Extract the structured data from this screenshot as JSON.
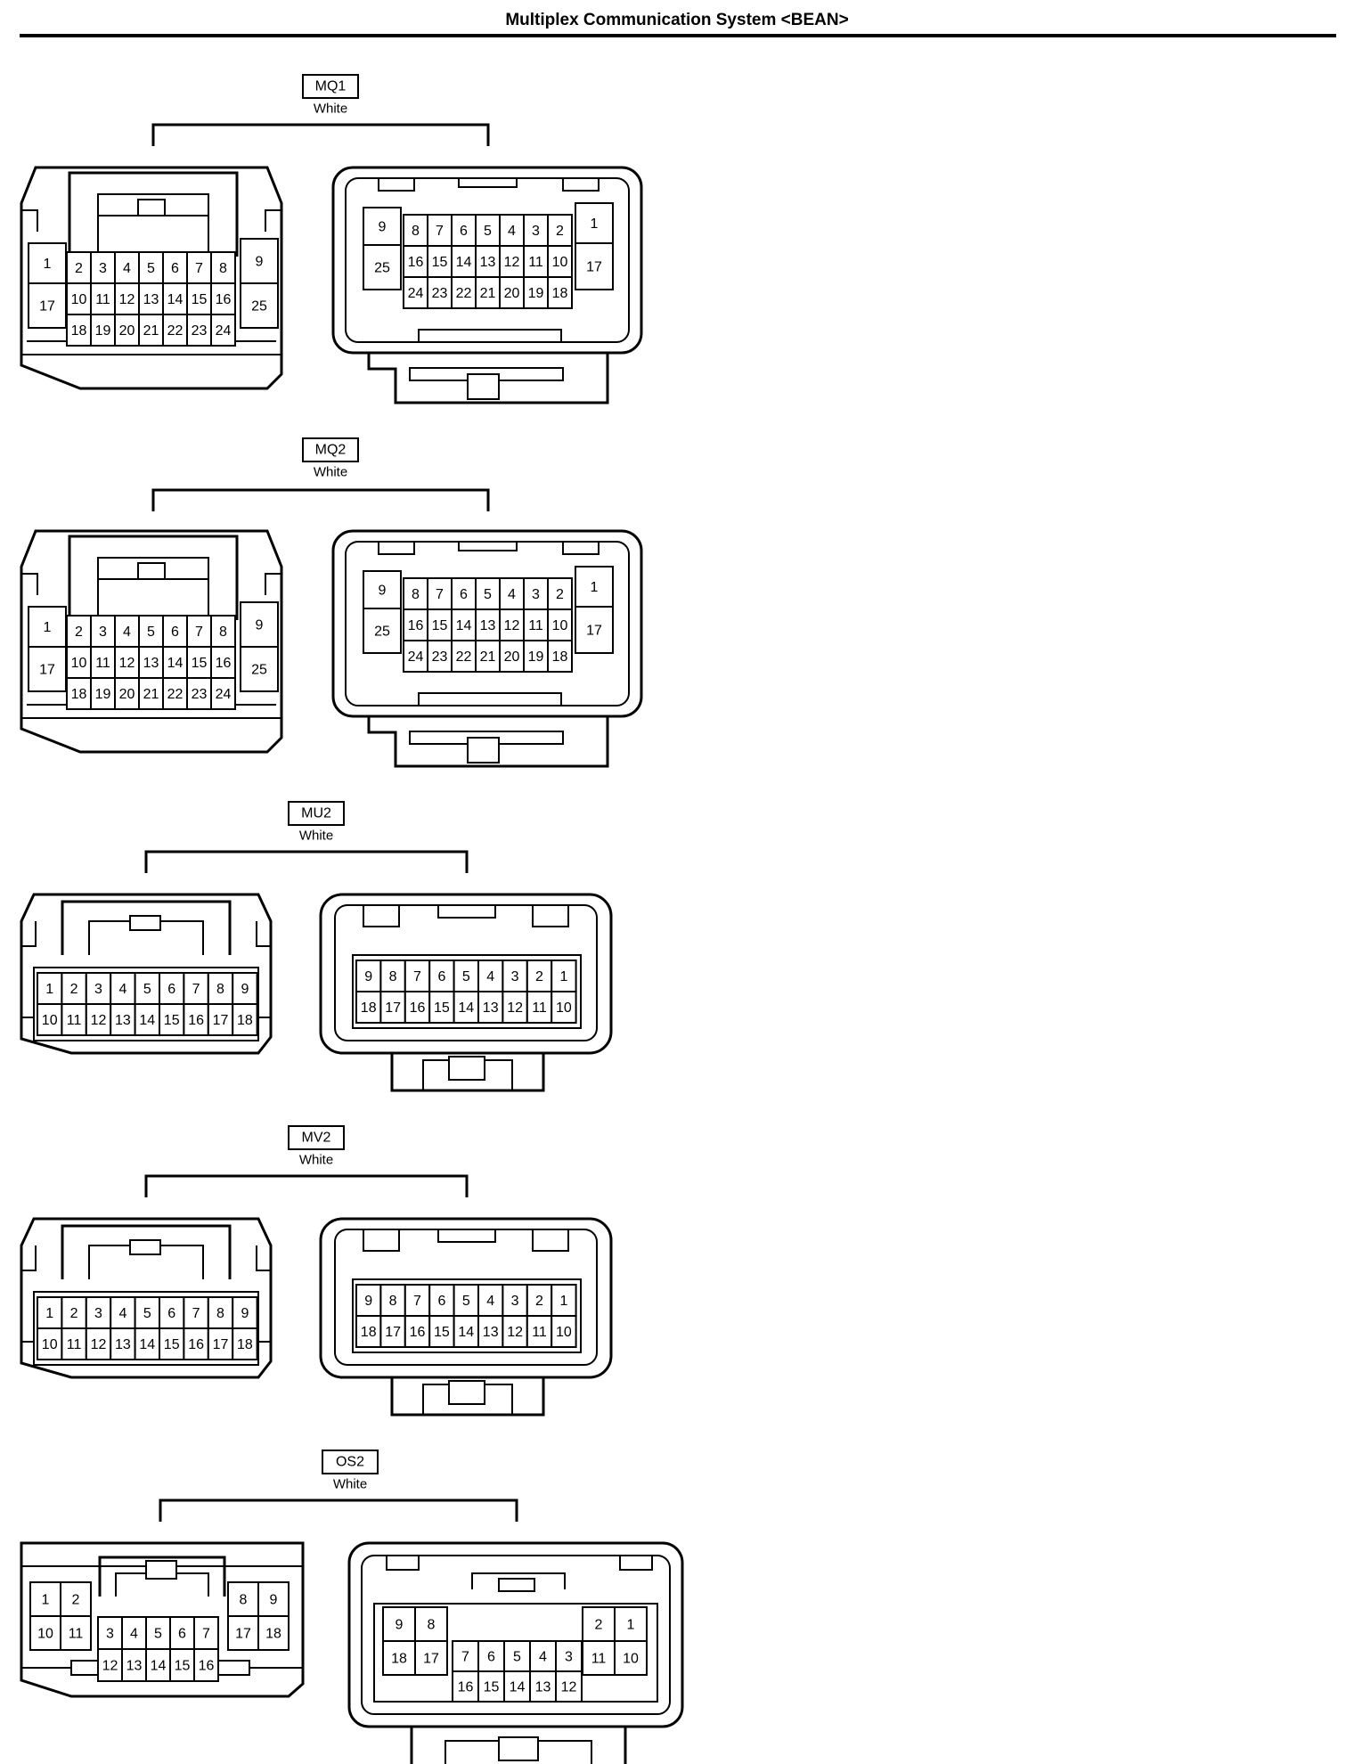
{
  "header": {
    "title": "Multiplex Communication System <BEAN>"
  },
  "connectors": [
    {
      "code": "MQ1",
      "color_label": "White",
      "left_view": {
        "rows": [
          [
            "2",
            "3",
            "4",
            "5",
            "6",
            "7",
            "8"
          ],
          [
            "10",
            "11",
            "12",
            "13",
            "14",
            "15",
            "16"
          ],
          [
            "18",
            "19",
            "20",
            "21",
            "22",
            "23",
            "24"
          ]
        ],
        "side_left": [
          "1",
          "17"
        ],
        "side_right": [
          "9",
          "25"
        ]
      },
      "right_view": {
        "rows": [
          [
            "8",
            "7",
            "6",
            "5",
            "4",
            "3",
            "2"
          ],
          [
            "16",
            "15",
            "14",
            "13",
            "12",
            "11",
            "10"
          ],
          [
            "24",
            "23",
            "22",
            "21",
            "20",
            "19",
            "18"
          ]
        ],
        "side_left": [
          "9",
          "25"
        ],
        "side_right": [
          "1",
          "17"
        ]
      }
    },
    {
      "code": "MQ2",
      "color_label": "White",
      "left_view": {
        "rows": [
          [
            "2",
            "3",
            "4",
            "5",
            "6",
            "7",
            "8"
          ],
          [
            "10",
            "11",
            "12",
            "13",
            "14",
            "15",
            "16"
          ],
          [
            "18",
            "19",
            "20",
            "21",
            "22",
            "23",
            "24"
          ]
        ],
        "side_left": [
          "1",
          "17"
        ],
        "side_right": [
          "9",
          "25"
        ]
      },
      "right_view": {
        "rows": [
          [
            "8",
            "7",
            "6",
            "5",
            "4",
            "3",
            "2"
          ],
          [
            "16",
            "15",
            "14",
            "13",
            "12",
            "11",
            "10"
          ],
          [
            "24",
            "23",
            "22",
            "21",
            "20",
            "19",
            "18"
          ]
        ],
        "side_left": [
          "9",
          "25"
        ],
        "side_right": [
          "1",
          "17"
        ]
      }
    },
    {
      "code": "MU2",
      "color_label": "White",
      "left_view": {
        "rows": [
          [
            "1",
            "2",
            "3",
            "4",
            "5",
            "6",
            "7",
            "8",
            "9"
          ],
          [
            "10",
            "11",
            "12",
            "13",
            "14",
            "15",
            "16",
            "17",
            "18"
          ]
        ]
      },
      "right_view": {
        "rows": [
          [
            "9",
            "8",
            "7",
            "6",
            "5",
            "4",
            "3",
            "2",
            "1"
          ],
          [
            "18",
            "17",
            "16",
            "15",
            "14",
            "13",
            "12",
            "11",
            "10"
          ]
        ]
      }
    },
    {
      "code": "MV2",
      "color_label": "White",
      "left_view": {
        "rows": [
          [
            "1",
            "2",
            "3",
            "4",
            "5",
            "6",
            "7",
            "8",
            "9"
          ],
          [
            "10",
            "11",
            "12",
            "13",
            "14",
            "15",
            "16",
            "17",
            "18"
          ]
        ]
      },
      "right_view": {
        "rows": [
          [
            "9",
            "8",
            "7",
            "6",
            "5",
            "4",
            "3",
            "2",
            "1"
          ],
          [
            "18",
            "17",
            "16",
            "15",
            "14",
            "13",
            "12",
            "11",
            "10"
          ]
        ]
      }
    },
    {
      "code": "OS2",
      "color_label": "White",
      "left_view": {
        "left_block": [
          [
            "1",
            "2"
          ],
          [
            "10",
            "11"
          ]
        ],
        "right_block": [
          [
            "8",
            "9"
          ],
          [
            "17",
            "18"
          ]
        ],
        "center_block": [
          [
            "3",
            "4",
            "5",
            "6",
            "7"
          ],
          [
            "12",
            "13",
            "14",
            "15",
            "16"
          ]
        ]
      },
      "right_view": {
        "left_block": [
          [
            "9",
            "8"
          ],
          [
            "18",
            "17"
          ]
        ],
        "right_block": [
          [
            "2",
            "1"
          ],
          [
            "11",
            "10"
          ]
        ],
        "center_block": [
          [
            "7",
            "6",
            "5",
            "4",
            "3"
          ],
          [
            "16",
            "15",
            "14",
            "13",
            "12"
          ]
        ]
      }
    }
  ]
}
